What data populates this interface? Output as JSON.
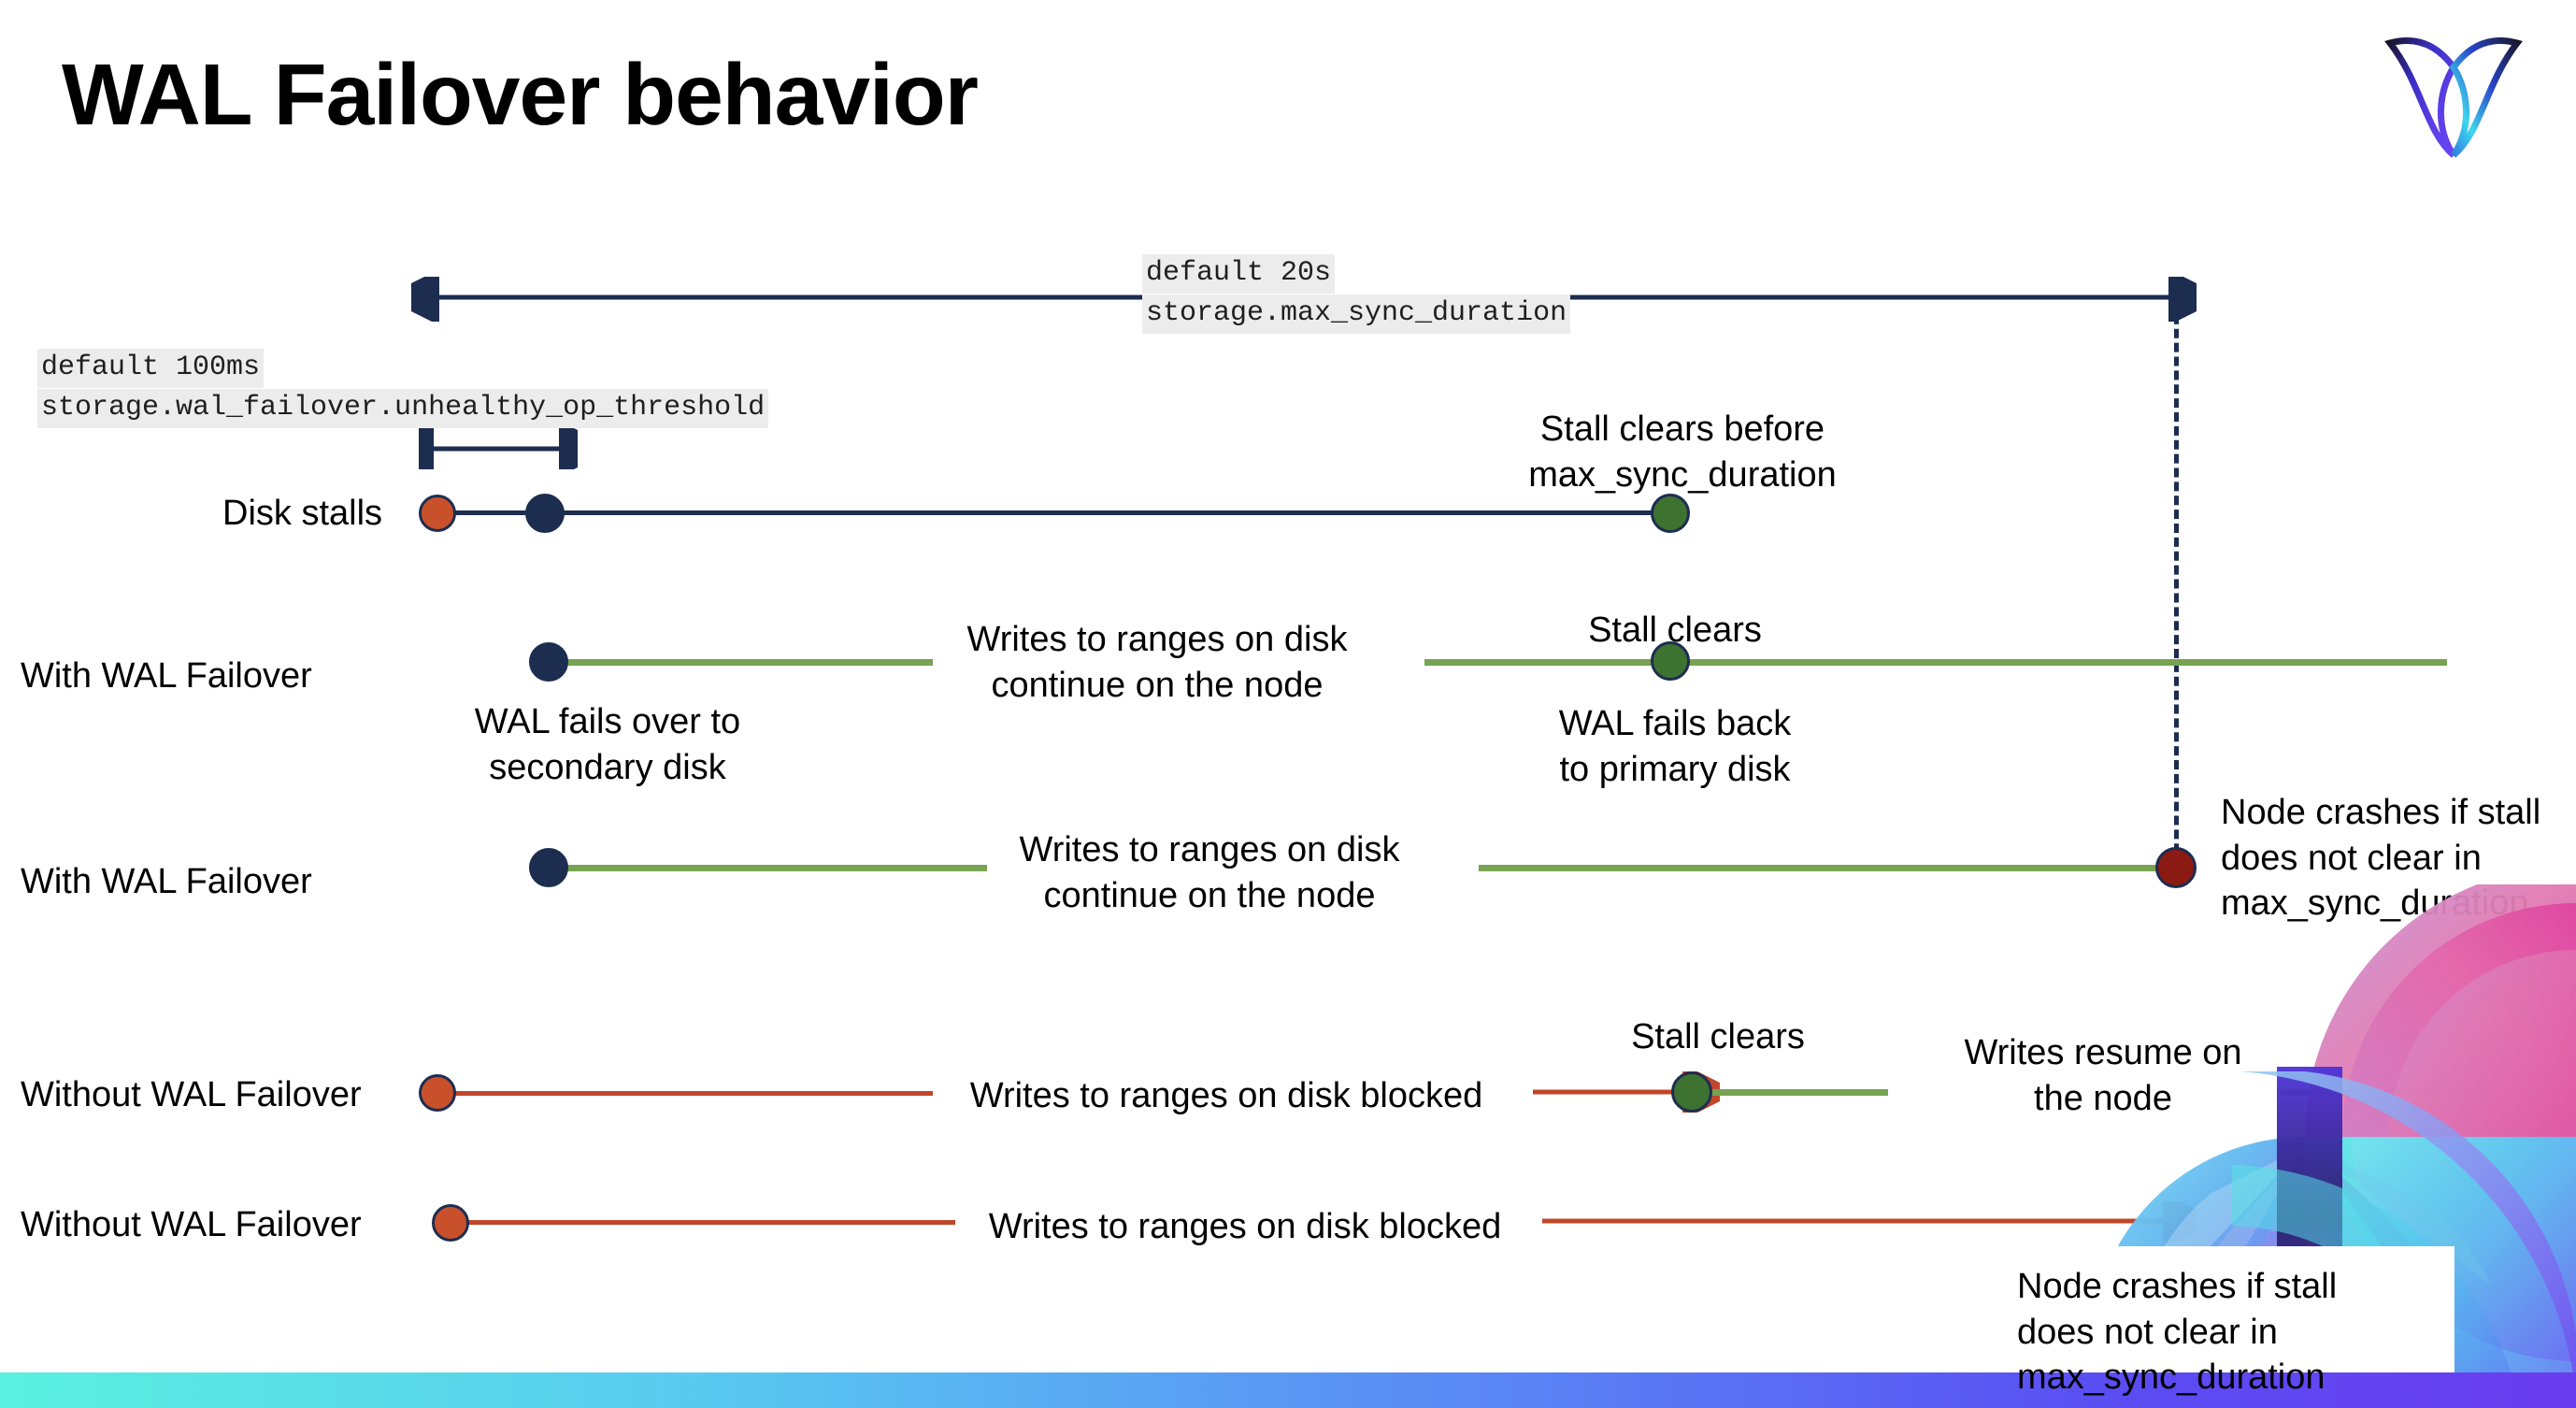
{
  "slide": {
    "title": "WAL Failover behavior",
    "logo_name": "cockroachdb-logo"
  },
  "annotations": {
    "max_sync_duration": {
      "line1": "default 20s",
      "line2": "storage.max_sync_duration"
    },
    "unhealthy_op_threshold": {
      "line1": "default 100ms",
      "line2": "storage.wal_failover.unhealthy_op_threshold"
    }
  },
  "rows": [
    {
      "id": "disk-stalls",
      "label": "Disk stalls",
      "note": "Stall clears before\nmax_sync_duration"
    },
    {
      "id": "with-wal-failover-clears",
      "label": "With WAL Failover",
      "note_failover": "WAL fails over to\nsecondary disk",
      "note_writes": "Writes to ranges on disk\ncontinue on the node",
      "note_clears": "Stall clears",
      "note_failback": "WAL fails  back\nto primary disk"
    },
    {
      "id": "with-wal-failover-crash",
      "label": "With WAL Failover",
      "note_writes": "Writes to ranges on disk\ncontinue on the node",
      "note_crash": "Node crashes if stall\ndoes not clear in\nmax_sync_duration"
    },
    {
      "id": "without-wal-failover-clears",
      "label": "Without WAL Failover",
      "note_blocked": "Writes to ranges on disk  blocked",
      "note_clears": "Stall clears",
      "note_resume": "Writes resume on\nthe node"
    },
    {
      "id": "without-wal-failover-crash",
      "label": "Without WAL Failover",
      "note_blocked": "Writes to ranges on disk  blocked",
      "note_crash": "Node crashes if stall\ndoes not clear in\nmax_sync_duration"
    }
  ],
  "colors": {
    "navy": "#1d2d50",
    "green_line": "#77a352",
    "green_dot": "#3e7230",
    "orange_dot": "#c8512c",
    "red_line": "#c0472a",
    "dark_red_dot": "#8b1a12",
    "code_bg": "#ececec"
  }
}
